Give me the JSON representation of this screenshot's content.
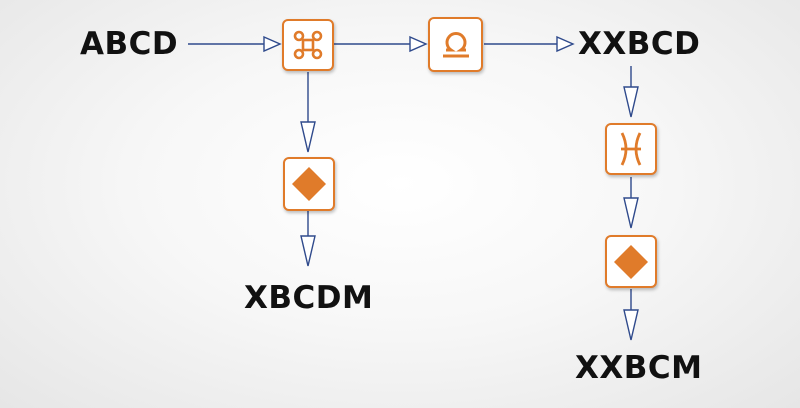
{
  "words": {
    "start": "ABCD",
    "middle": "XXBCD",
    "branch_left": "XBCDM",
    "branch_right": "XXBCM"
  },
  "symbols": {
    "command": "command-symbol-icon",
    "omega": "omega-symbol-icon",
    "pisces": "pisces-symbol-icon",
    "diamond": "diamond-icon"
  },
  "colors": {
    "accent": "#e07b2a",
    "arrow": "#2f4a8c",
    "text": "#111111"
  }
}
